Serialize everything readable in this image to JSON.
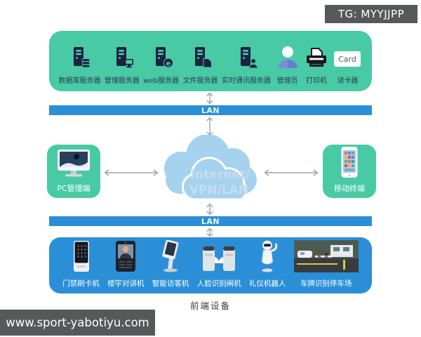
{
  "overlays": {
    "tg_badge": "TG: MYYJJPP",
    "watermark": "www.sport-yabotiyu.com"
  },
  "colors": {
    "teal_box": "#48caa5",
    "lan_blue": "#2b8fd8",
    "cloud_fill": "#a5d2ee",
    "cloud_text": "#c6def0",
    "badge_bg": "#57585a",
    "arrow_gray": "#9ba3ab",
    "icon_navy": "#1c2340"
  },
  "server_layer": {
    "items": [
      {
        "label": "数据库服务器",
        "icon": "database-server-icon"
      },
      {
        "label": "管理服务器",
        "icon": "management-server-icon"
      },
      {
        "label": "web服务器",
        "icon": "web-server-icon",
        "glyph": "e"
      },
      {
        "label": "文件服务器",
        "icon": "file-server-icon"
      },
      {
        "label": "实时通讯服务器",
        "icon": "realtime-im-server-icon"
      },
      {
        "label": "管理员",
        "icon": "administrator-icon"
      },
      {
        "label": "打印机",
        "icon": "printer-icon"
      },
      {
        "label": "读卡器",
        "icon": "card-reader-icon",
        "glyph": "Card"
      }
    ]
  },
  "network": {
    "lan_top": "LAN",
    "lan_bottom": "LAN",
    "cloud_line1": "Internet/",
    "cloud_line2": "VPN/LAN"
  },
  "pc_node": {
    "label": "PC管理端"
  },
  "mobile_node": {
    "label": "移动终端"
  },
  "frontend_layer": {
    "caption": "前端设备",
    "items": [
      {
        "label": "门禁刷卡机",
        "icon": "access-card-reader-image"
      },
      {
        "label": "楼宇对讲机",
        "icon": "building-intercom-image"
      },
      {
        "label": "智能访客机",
        "icon": "visitor-kiosk-image"
      },
      {
        "label": "人脸识别闸机",
        "icon": "face-recognition-gate-image"
      },
      {
        "label": "礼仪机器人",
        "icon": "greeting-robot-image"
      },
      {
        "label": "车牌识别停车场",
        "icon": "license-plate-parking-image"
      }
    ]
  }
}
